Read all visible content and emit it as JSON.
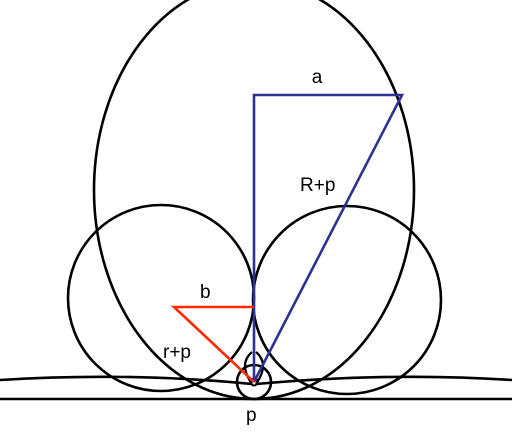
{
  "diagram": {
    "labels": {
      "a": "a",
      "R_plus_p": "R+p",
      "b": "b",
      "r_plus_p": "r+p",
      "p": "p"
    },
    "colors": {
      "circles": "#000000",
      "big_triangle": "#2e3192",
      "small_triangle": "#ff2a00",
      "background": "#ffffff"
    }
  }
}
